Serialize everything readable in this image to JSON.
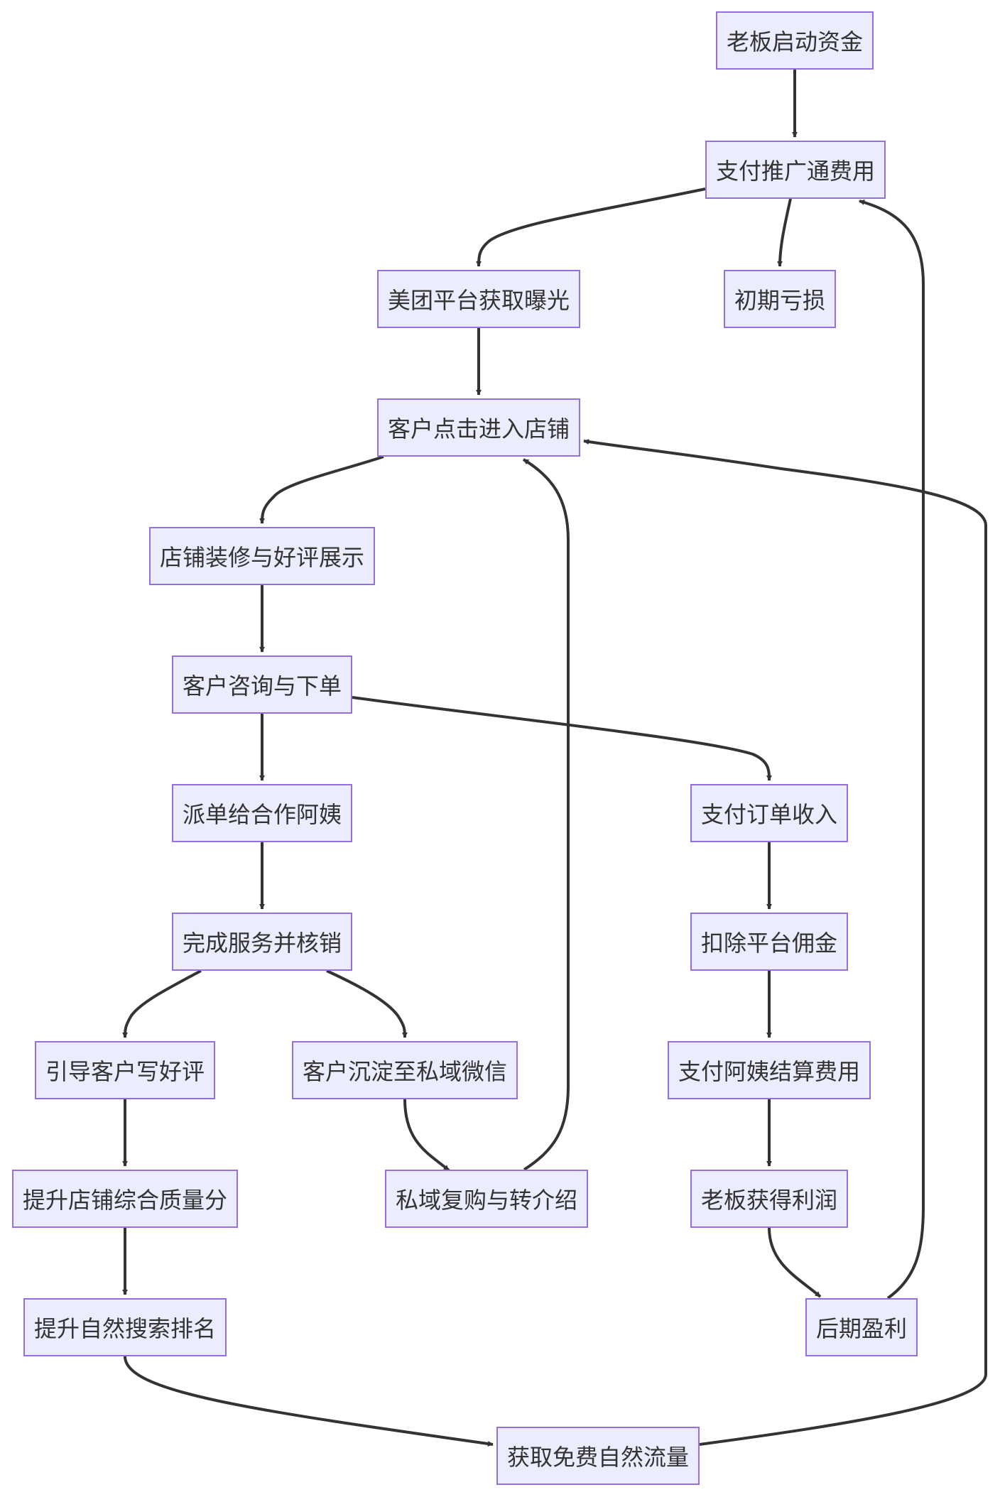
{
  "diagram": {
    "type": "flowchart",
    "colors": {
      "node_fill": "#ececff",
      "node_border": "#9370db",
      "edge": "#333333",
      "text": "#333333"
    },
    "nodes": {
      "start_funds": "老板启动资金",
      "pay_promotion": "支付推广通费用",
      "meituan_exposure": "美团平台获取曝光",
      "initial_loss": "初期亏损",
      "click_store": "客户点击进入店铺",
      "decor_reviews": "店铺装修与好评展示",
      "consult_order": "客户咨询与下单",
      "dispatch_aunt": "派单给合作阿姨",
      "pay_order_income": "支付订单收入",
      "finish_service": "完成服务并核销",
      "deduct_commission": "扣除平台佣金",
      "guide_review": "引导客户写好评",
      "private_wechat": "客户沉淀至私域微信",
      "pay_aunt_fee": "支付阿姨结算费用",
      "improve_quality": "提升店铺综合质量分",
      "repurchase_referral": "私域复购与转介绍",
      "boss_profit": "老板获得利润",
      "improve_ranking": "提升自然搜索排名",
      "later_profit": "后期盈利",
      "free_traffic": "获取免费自然流量"
    },
    "edges": [
      [
        "start_funds",
        "pay_promotion"
      ],
      [
        "pay_promotion",
        "meituan_exposure"
      ],
      [
        "pay_promotion",
        "initial_loss"
      ],
      [
        "meituan_exposure",
        "click_store"
      ],
      [
        "click_store",
        "decor_reviews"
      ],
      [
        "decor_reviews",
        "consult_order"
      ],
      [
        "consult_order",
        "dispatch_aunt"
      ],
      [
        "consult_order",
        "pay_order_income"
      ],
      [
        "dispatch_aunt",
        "finish_service"
      ],
      [
        "finish_service",
        "guide_review"
      ],
      [
        "finish_service",
        "private_wechat"
      ],
      [
        "guide_review",
        "improve_quality"
      ],
      [
        "improve_quality",
        "improve_ranking"
      ],
      [
        "improve_ranking",
        "free_traffic"
      ],
      [
        "free_traffic",
        "click_store"
      ],
      [
        "private_wechat",
        "repurchase_referral"
      ],
      [
        "repurchase_referral",
        "click_store"
      ],
      [
        "pay_order_income",
        "deduct_commission"
      ],
      [
        "deduct_commission",
        "pay_aunt_fee"
      ],
      [
        "pay_aunt_fee",
        "boss_profit"
      ],
      [
        "boss_profit",
        "later_profit"
      ],
      [
        "later_profit",
        "pay_promotion"
      ]
    ]
  }
}
